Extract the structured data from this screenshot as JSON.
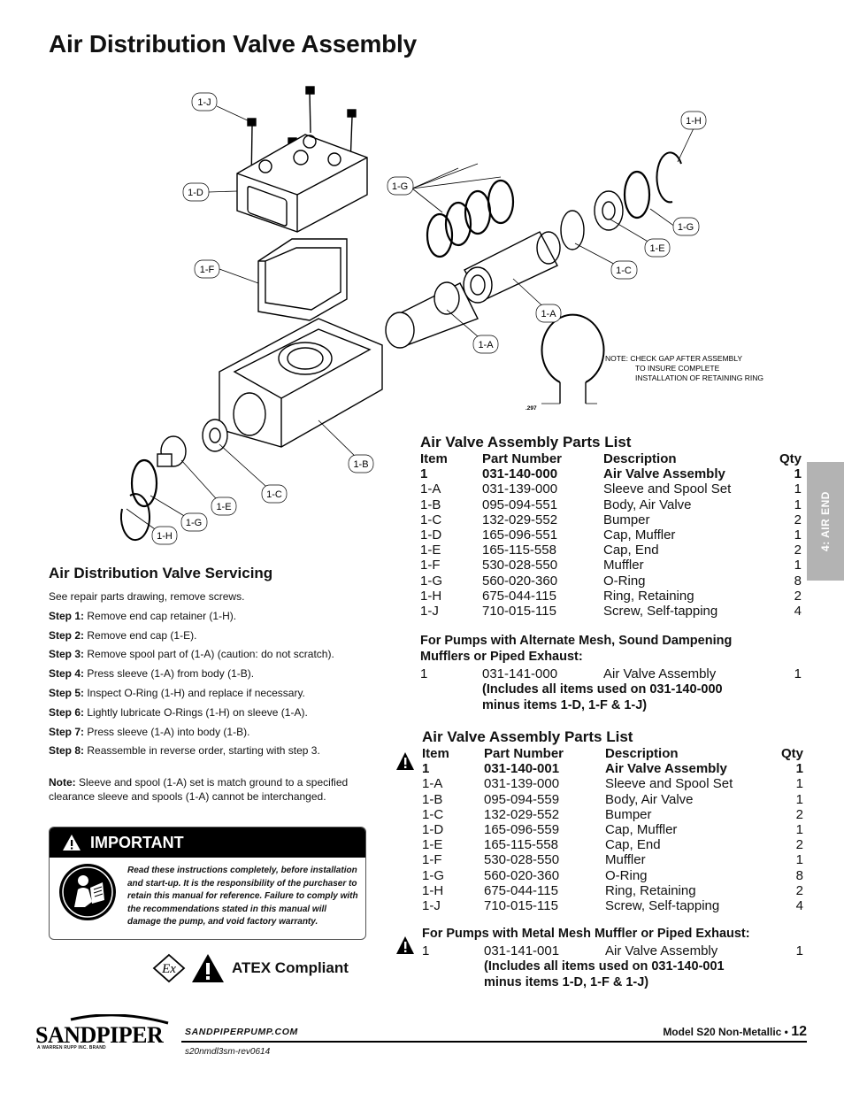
{
  "page_title": "Air Distribution Valve Assembly",
  "side_tab": "4: AIR END",
  "diagram": {
    "callouts": [
      "1-J",
      "1-D",
      "1-F",
      "1-H",
      "1-G",
      "1-E",
      "1-C",
      "1-B",
      "1-G",
      "1-A",
      "1-A",
      "1-C",
      "1-E",
      "1-G",
      "1-H"
    ],
    "note_line1": "NOTE:  CHECK GAP AFTER ASSEMBLY",
    "note_line2": "TO INSURE COMPLETE",
    "note_line3": "INSTALLATION OF RETAINING RING",
    "gap_dimension": ".297"
  },
  "servicing": {
    "title": "Air Distribution Valve Servicing",
    "intro": "See repair parts drawing, remove screws.",
    "steps": [
      {
        "label": "Step 1:",
        "text": " Remove end cap retainer (1-H)."
      },
      {
        "label": "Step 2:",
        "text": " Remove end cap (1-E)."
      },
      {
        "label": "Step 3:",
        "text": " Remove spool part of (1-A) (caution: do not scratch)."
      },
      {
        "label": "Step 4:",
        "text": " Press sleeve (1-A) from body (1-B)."
      },
      {
        "label": "Step 5:",
        "text": " Inspect O-Ring (1-H) and replace if necessary."
      },
      {
        "label": "Step 6:",
        "text": " Lightly lubricate O-Rings (1-H) on sleeve (1-A)."
      },
      {
        "label": "Step 7:",
        "text": " Press sleeve (1-A) into body (1-B)."
      },
      {
        "label": "Step 8:",
        "text": " Reassemble in reverse order, starting with step 3."
      }
    ],
    "note_label": "Note:",
    "note_text": " Sleeve and spool (1-A) set is match ground to a specified clearance sleeve and spools (1-A) cannot be interchanged."
  },
  "important": {
    "heading": "IMPORTANT",
    "body": "Read these instructions completely, before installation and start-up. It is the responsibility of the purchaser to retain this manual for reference. Failure to comply with the recommendations stated in this manual will damage the pump, and void factory warranty."
  },
  "atex": {
    "label": "ATEX Compliant",
    "ex_mark": "Ex"
  },
  "parts_list_1": {
    "title": "Air Valve Assembly Parts List",
    "headers": [
      "Item",
      "Part Number",
      "Description",
      "Qty"
    ],
    "rows": [
      [
        "1",
        "031-140-000",
        "Air  Valve Assembly",
        "1"
      ],
      [
        "1-A",
        "031-139-000",
        "Sleeve and Spool Set",
        "1"
      ],
      [
        "1-B",
        "095-094-551",
        "Body, Air Valve",
        "1"
      ],
      [
        "1-C",
        "132-029-552",
        "Bumper",
        "2"
      ],
      [
        "1-D",
        "165-096-551",
        "Cap, Muffler",
        "1"
      ],
      [
        "1-E",
        "165-115-558",
        "Cap, End",
        "2"
      ],
      [
        "1-F",
        "530-028-550",
        "Muffler",
        "1"
      ],
      [
        "1-G",
        "560-020-360",
        "O-Ring",
        "8"
      ],
      [
        "1-H",
        "675-044-115",
        "Ring, Retaining",
        "2"
      ],
      [
        "1-J",
        "710-015-115",
        "Screw, Self-tapping",
        "4"
      ]
    ],
    "sub_heading": "For Pumps with Alternate Mesh, Sound Dampening Mufflers or Piped Exhaust:",
    "alt_row": [
      "1",
      "031-141-000",
      "Air Valve Assembly",
      "1"
    ],
    "includes": "(Includes all items used on 031-140-000 minus items 1-D, 1-F & 1-J)"
  },
  "parts_list_2": {
    "title": "Air Valve Assembly Parts List",
    "headers": [
      "Item",
      "Part Number",
      "Description",
      "Qty"
    ],
    "rows": [
      [
        "1",
        "031-140-001",
        "Air  Valve Assembly",
        "1"
      ],
      [
        "1-A",
        "031-139-000",
        "Sleeve and Spool Set",
        "1"
      ],
      [
        "1-B",
        "095-094-559",
        "Body, Air Valve",
        "1"
      ],
      [
        "1-C",
        "132-029-552",
        "Bumper",
        "2"
      ],
      [
        "1-D",
        "165-096-559",
        "Cap, Muffler",
        "1"
      ],
      [
        "1-E",
        "165-115-558",
        "Cap, End",
        "2"
      ],
      [
        "1-F",
        "530-028-550",
        "Muffler",
        "1"
      ],
      [
        "1-G",
        "560-020-360",
        "O-Ring",
        "8"
      ],
      [
        "1-H",
        "675-044-115",
        "Ring, Retaining",
        "2"
      ],
      [
        "1-J",
        "710-015-115",
        "Screw, Self-tapping",
        "4"
      ]
    ],
    "sub_heading": "For Pumps with Metal Mesh Muffler or Piped Exhaust:",
    "alt_row": [
      "1",
      "031-141-001",
      "Air Valve Assembly",
      "1"
    ],
    "includes": "(Includes all items used on 031-140-001 minus items 1-D, 1-F & 1-J)"
  },
  "footer": {
    "brand": "SANDPIPER",
    "brand_tag": "A WARREN RUPP INC. BRAND",
    "url": "SANDPIPERPUMP.COM",
    "revision": "s20nmdl3sm-rev0614",
    "model": "Model S20 Non-Metallic • ",
    "page_number": "12"
  }
}
